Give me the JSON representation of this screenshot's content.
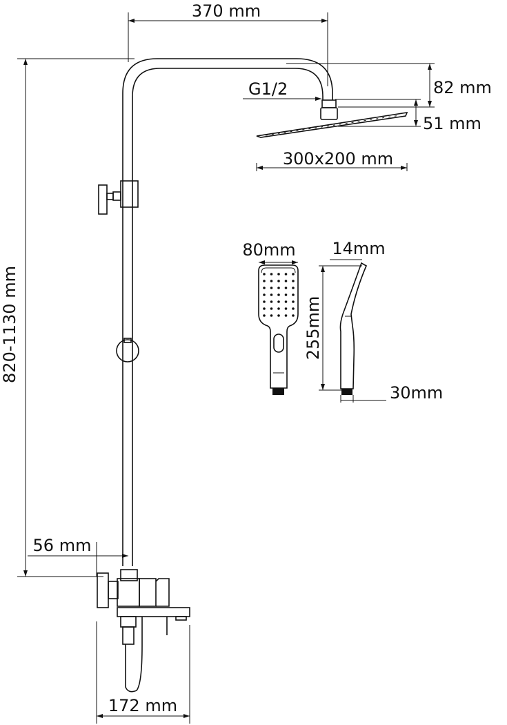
{
  "drawing": {
    "title": "Shower system dimension drawing",
    "line_color": "#111111",
    "background": "#ffffff"
  },
  "dimensions": {
    "arm_reach": "370 mm",
    "total_height": "820-1130 mm",
    "arm_drop": "82 mm",
    "thread": "G1/2",
    "head_height": "51 mm",
    "head_size": "300x200 mm",
    "hand_width": "80mm",
    "hand_thickness": "14mm",
    "hand_length": "255mm",
    "hand_base": "30mm",
    "wall_offset": "56 mm",
    "mixer_width": "172 mm"
  }
}
